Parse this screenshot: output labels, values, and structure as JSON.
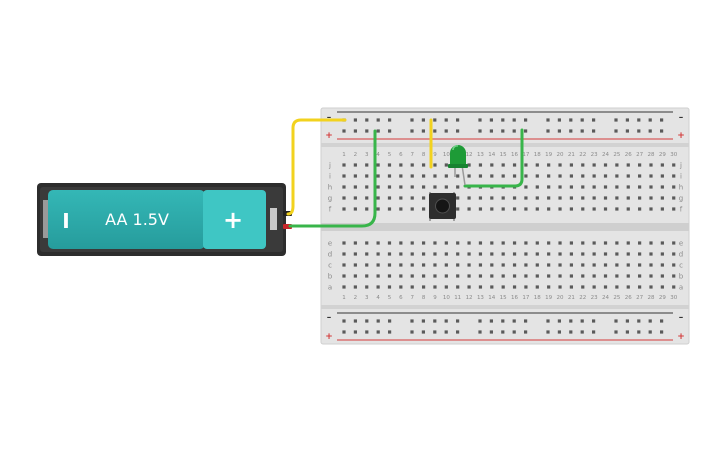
{
  "battery": {
    "label": "AA 1.5V",
    "negative_symbol": "I",
    "positive_symbol": "+",
    "body_color": "#2faeae",
    "cap_color": "#3ec8c6",
    "case_color": "#2d2d2d"
  },
  "breadboard": {
    "columns": [
      "1",
      "2",
      "3",
      "4",
      "5",
      "6",
      "7",
      "8",
      "9",
      "10",
      "11",
      "12",
      "13",
      "14",
      "15",
      "16",
      "17",
      "18",
      "19",
      "20",
      "21",
      "22",
      "23",
      "24",
      "25",
      "26",
      "27",
      "28",
      "29",
      "30"
    ],
    "rows_top": [
      "j",
      "i",
      "h",
      "g",
      "f"
    ],
    "rows_bottom": [
      "e",
      "d",
      "c",
      "b",
      "a"
    ],
    "rail_plus": "+",
    "rail_minus": "–",
    "rail_red": "#d33a3a",
    "rail_dark": "#333333",
    "board_color": "#e3e3e3"
  },
  "components": {
    "led_color": "#1e9b37",
    "button_color": "#2e2e2e"
  },
  "wires": {
    "yellow": "#f2d21e",
    "green": "#38b54a"
  }
}
